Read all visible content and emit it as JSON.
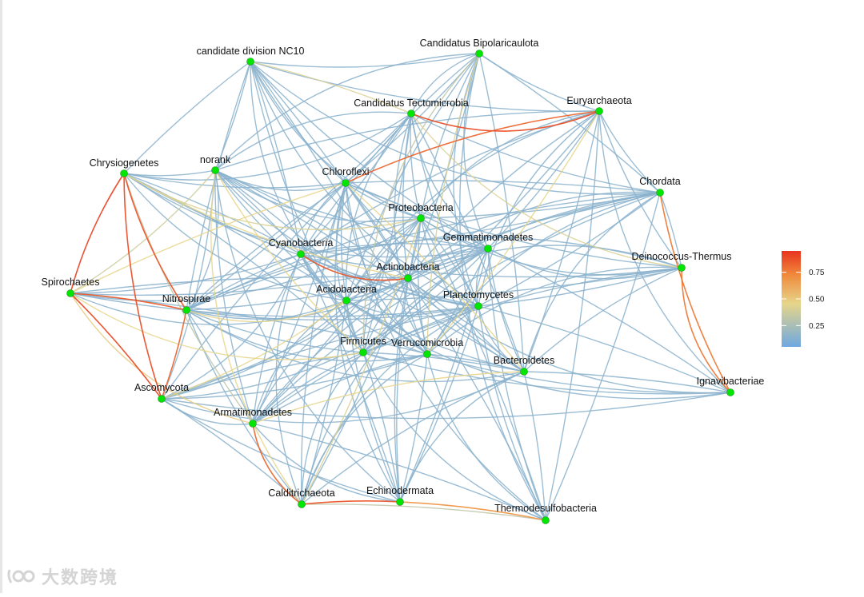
{
  "nodes": [
    {
      "id": "ncc10",
      "label": "candidate division NC10"
    },
    {
      "id": "bip",
      "label": "Candidatus Bipolaricaulota"
    },
    {
      "id": "tect",
      "label": "Candidatus Tectomicrobia"
    },
    {
      "id": "eury",
      "label": "Euryarchaeota"
    },
    {
      "id": "chrys",
      "label": "Chrysiogenetes"
    },
    {
      "id": "norank",
      "label": "norank"
    },
    {
      "id": "chlor",
      "label": "Chloroflexi"
    },
    {
      "id": "chord",
      "label": "Chordata"
    },
    {
      "id": "prot",
      "label": "Proteobacteria"
    },
    {
      "id": "gemm",
      "label": "Gemmatimonadetes"
    },
    {
      "id": "cyan",
      "label": "Cyanobacteria"
    },
    {
      "id": "deino",
      "label": "Deinococcus-Thermus"
    },
    {
      "id": "actino",
      "label": "Actinobacteria"
    },
    {
      "id": "spiro",
      "label": "Spirochaetes"
    },
    {
      "id": "acido",
      "label": "Acidobacteria"
    },
    {
      "id": "nitro",
      "label": "Nitrospirae"
    },
    {
      "id": "planc",
      "label": "Planctomycetes"
    },
    {
      "id": "firm",
      "label": "Firmicutes"
    },
    {
      "id": "verru",
      "label": "Verrucomicrobia"
    },
    {
      "id": "bact",
      "label": "Bacteroidetes"
    },
    {
      "id": "ascom",
      "label": "Ascomycota"
    },
    {
      "id": "igna",
      "label": "Ignavibacteriae"
    },
    {
      "id": "armat",
      "label": "Armatimonadetes"
    },
    {
      "id": "caldi",
      "label": "Calditrichaeota"
    },
    {
      "id": "echin",
      "label": "Echinodermata"
    },
    {
      "id": "thermo",
      "label": "Thermodesulfobacteria"
    }
  ],
  "edges": [
    [
      "chrys",
      "spiro",
      0.95
    ],
    [
      "chrys",
      "nitro",
      0.9
    ],
    [
      "chrys",
      "ascom",
      0.92
    ],
    [
      "spiro",
      "ascom",
      0.93
    ],
    [
      "spiro",
      "nitro",
      0.88
    ],
    [
      "nitro",
      "ascom",
      0.85
    ],
    [
      "chrys",
      "armat",
      0.3
    ],
    [
      "spiro",
      "armat",
      0.5
    ],
    [
      "chrys",
      "cyan",
      0.1
    ],
    [
      "chrys",
      "chlor",
      0.1
    ],
    [
      "chrys",
      "prot",
      0.4
    ],
    [
      "chrys",
      "acido",
      0.1
    ],
    [
      "chrys",
      "firm",
      0.1
    ],
    [
      "chrys",
      "planc",
      0.1
    ],
    [
      "chrys",
      "gemm",
      0.1
    ],
    [
      "chrys",
      "actino",
      0.45
    ],
    [
      "chrys",
      "ncc10",
      0.1
    ],
    [
      "chrys",
      "norank",
      0.1
    ],
    [
      "chrys",
      "tect",
      0.1
    ],
    [
      "chrys",
      "verru",
      0.1
    ],
    [
      "spiro",
      "cyan",
      0.1
    ],
    [
      "spiro",
      "acido",
      0.1
    ],
    [
      "spiro",
      "firm",
      0.45
    ],
    [
      "spiro",
      "actino",
      0.1
    ],
    [
      "spiro",
      "planc",
      0.1
    ],
    [
      "spiro",
      "prot",
      0.1
    ],
    [
      "spiro",
      "chlor",
      0.45
    ],
    [
      "spiro",
      "verru",
      0.1
    ],
    [
      "spiro",
      "gemm",
      0.1
    ],
    [
      "spiro",
      "norank",
      0.35
    ],
    [
      "ascom",
      "cyan",
      0.1
    ],
    [
      "ascom",
      "firm",
      0.1
    ],
    [
      "ascom",
      "acido",
      0.45
    ],
    [
      "ascom",
      "verru",
      0.1
    ],
    [
      "ascom",
      "bact",
      0.1
    ],
    [
      "ascom",
      "planc",
      0.1
    ],
    [
      "ascom",
      "actino",
      0.1
    ],
    [
      "ascom",
      "prot",
      0.1
    ],
    [
      "ascom",
      "chlor",
      0.1
    ],
    [
      "ascom",
      "norank",
      0.1
    ],
    [
      "ascom",
      "gemm",
      0.1
    ],
    [
      "ascom",
      "caldi",
      0.1
    ],
    [
      "ascom",
      "echin",
      0.1
    ],
    [
      "ascom",
      "armat",
      0.1
    ],
    [
      "nitro",
      "cyan",
      0.1
    ],
    [
      "nitro",
      "acido",
      0.45
    ],
    [
      "nitro",
      "firm",
      0.1
    ],
    [
      "nitro",
      "actino",
      0.1
    ],
    [
      "nitro",
      "chlor",
      0.1
    ],
    [
      "nitro",
      "planc",
      0.1
    ],
    [
      "nitro",
      "verru",
      0.1
    ],
    [
      "nitro",
      "prot",
      0.1
    ],
    [
      "nitro",
      "gemm",
      0.1
    ],
    [
      "nitro",
      "bact",
      0.1
    ],
    [
      "nitro",
      "armat",
      0.1
    ],
    [
      "nitro",
      "caldi",
      0.1
    ],
    [
      "nitro",
      "norank",
      0.1
    ],
    [
      "nitro",
      "ncc10",
      0.1
    ],
    [
      "ncc10",
      "chlor",
      0.1
    ],
    [
      "ncc10",
      "prot",
      0.1
    ],
    [
      "ncc10",
      "cyan",
      0.1
    ],
    [
      "ncc10",
      "firm",
      0.1
    ],
    [
      "ncc10",
      "acido",
      0.1
    ],
    [
      "ncc10",
      "tect",
      0.4
    ],
    [
      "ncc10",
      "actino",
      0.1
    ],
    [
      "ncc10",
      "gemm",
      0.1
    ],
    [
      "ncc10",
      "planc",
      0.1
    ],
    [
      "ncc10",
      "verru",
      0.1
    ],
    [
      "ncc10",
      "bip",
      0.1
    ],
    [
      "ncc10",
      "chord",
      0.1
    ],
    [
      "ncc10",
      "norank",
      0.1
    ],
    [
      "ncc10",
      "eury",
      0.1
    ],
    [
      "bip",
      "tect",
      0.1
    ],
    [
      "bip",
      "chlor",
      0.1
    ],
    [
      "bip",
      "prot",
      0.1
    ],
    [
      "bip",
      "gemm",
      0.1
    ],
    [
      "bip",
      "actino",
      0.1
    ],
    [
      "bip",
      "acido",
      0.1
    ],
    [
      "bip",
      "firm",
      0.3
    ],
    [
      "bip",
      "planc",
      0.1
    ],
    [
      "bip",
      "verru",
      0.4
    ],
    [
      "bip",
      "bact",
      0.1
    ],
    [
      "bip",
      "cyan",
      0.1
    ],
    [
      "bip",
      "norank",
      0.1
    ],
    [
      "bip",
      "chord",
      0.1
    ],
    [
      "bip",
      "eury",
      0.1
    ],
    [
      "bip",
      "thermo",
      0.1
    ],
    [
      "tect",
      "eury",
      0.92
    ],
    [
      "tect",
      "chlor",
      0.1
    ],
    [
      "tect",
      "prot",
      0.1
    ],
    [
      "tect",
      "gemm",
      0.1
    ],
    [
      "tect",
      "cyan",
      0.1
    ],
    [
      "tect",
      "actino",
      0.1
    ],
    [
      "tect",
      "acido",
      0.1
    ],
    [
      "tect",
      "firm",
      0.1
    ],
    [
      "tect",
      "planc",
      0.1
    ],
    [
      "tect",
      "verru",
      0.1
    ],
    [
      "tect",
      "bact",
      0.1
    ],
    [
      "tect",
      "chord",
      0.1
    ],
    [
      "tect",
      "norank",
      0.1
    ],
    [
      "tect",
      "nitro",
      0.1
    ],
    [
      "tect",
      "deino",
      0.4
    ],
    [
      "eury",
      "chord",
      0.1
    ],
    [
      "eury",
      "chlor",
      0.85
    ],
    [
      "eury",
      "prot",
      0.1
    ],
    [
      "eury",
      "gemm",
      0.1
    ],
    [
      "eury",
      "actino",
      0.1
    ],
    [
      "eury",
      "planc",
      0.1
    ],
    [
      "eury",
      "firm",
      0.1
    ],
    [
      "eury",
      "verru",
      0.45
    ],
    [
      "eury",
      "cyan",
      0.1
    ],
    [
      "eury",
      "acido",
      0.1
    ],
    [
      "eury",
      "bact",
      0.1
    ],
    [
      "eury",
      "deino",
      0.1
    ],
    [
      "eury",
      "igna",
      0.1
    ],
    [
      "eury",
      "thermo",
      0.1
    ],
    [
      "eury",
      "norank",
      0.1
    ],
    [
      "norank",
      "chlor",
      0.1
    ],
    [
      "norank",
      "cyan",
      0.1
    ],
    [
      "norank",
      "acido",
      0.1
    ],
    [
      "norank",
      "firm",
      0.45
    ],
    [
      "norank",
      "prot",
      0.1
    ],
    [
      "norank",
      "actino",
      0.1
    ],
    [
      "norank",
      "gemm",
      0.1
    ],
    [
      "norank",
      "planc",
      0.1
    ],
    [
      "norank",
      "verru",
      0.1
    ],
    [
      "norank",
      "armat",
      0.1
    ],
    [
      "norank",
      "caldi",
      0.45
    ],
    [
      "norank",
      "echin",
      0.1
    ],
    [
      "norank",
      "bact",
      0.1
    ],
    [
      "chlor",
      "prot",
      0.1
    ],
    [
      "chlor",
      "cyan",
      0.1
    ],
    [
      "chlor",
      "actino",
      0.1
    ],
    [
      "chlor",
      "acido",
      0.1
    ],
    [
      "chlor",
      "firm",
      0.1
    ],
    [
      "chlor",
      "gemm",
      0.1
    ],
    [
      "chlor",
      "planc",
      0.1
    ],
    [
      "chlor",
      "verru",
      0.1
    ],
    [
      "chlor",
      "bact",
      0.45
    ],
    [
      "chlor",
      "armat",
      0.1
    ],
    [
      "chlor",
      "caldi",
      0.1
    ],
    [
      "chlor",
      "echin",
      0.1
    ],
    [
      "chlor",
      "chord",
      0.1
    ],
    [
      "chlor",
      "deino",
      0.1
    ],
    [
      "chlor",
      "thermo",
      0.1
    ],
    [
      "chord",
      "prot",
      0.1
    ],
    [
      "chord",
      "gemm",
      0.1
    ],
    [
      "chord",
      "actino",
      0.1
    ],
    [
      "chord",
      "planc",
      0.1
    ],
    [
      "chord",
      "firm",
      0.1
    ],
    [
      "chord",
      "verru",
      0.1
    ],
    [
      "chord",
      "cyan",
      0.1
    ],
    [
      "chord",
      "acido",
      0.1
    ],
    [
      "chord",
      "bact",
      0.1
    ],
    [
      "chord",
      "deino",
      0.1
    ],
    [
      "chord",
      "igna",
      0.8
    ],
    [
      "chord",
      "nitro",
      0.1
    ],
    [
      "chord",
      "armat",
      0.1
    ],
    [
      "chord",
      "thermo",
      0.1
    ],
    [
      "prot",
      "gemm",
      0.1
    ],
    [
      "prot",
      "cyan",
      0.1
    ],
    [
      "prot",
      "actino",
      0.1
    ],
    [
      "prot",
      "acido",
      0.1
    ],
    [
      "prot",
      "firm",
      0.1
    ],
    [
      "prot",
      "planc",
      0.1
    ],
    [
      "prot",
      "verru",
      0.1
    ],
    [
      "prot",
      "bact",
      0.1
    ],
    [
      "prot",
      "armat",
      0.1
    ],
    [
      "prot",
      "caldi",
      0.4
    ],
    [
      "prot",
      "echin",
      0.1
    ],
    [
      "prot",
      "deino",
      0.1
    ],
    [
      "prot",
      "thermo",
      0.1
    ],
    [
      "gemm",
      "cyan",
      0.1
    ],
    [
      "gemm",
      "actino",
      0.1
    ],
    [
      "gemm",
      "acido",
      0.1
    ],
    [
      "gemm",
      "firm",
      0.1
    ],
    [
      "gemm",
      "planc",
      0.1
    ],
    [
      "gemm",
      "verru",
      0.1
    ],
    [
      "gemm",
      "bact",
      0.1
    ],
    [
      "gemm",
      "deino",
      0.1
    ],
    [
      "gemm",
      "igna",
      0.1
    ],
    [
      "gemm",
      "armat",
      0.1
    ],
    [
      "gemm",
      "caldi",
      0.1
    ],
    [
      "gemm",
      "echin",
      0.1
    ],
    [
      "gemm",
      "thermo",
      0.1
    ],
    [
      "cyan",
      "actino",
      0.9
    ],
    [
      "cyan",
      "acido",
      0.1
    ],
    [
      "cyan",
      "firm",
      0.1
    ],
    [
      "cyan",
      "planc",
      0.1
    ],
    [
      "cyan",
      "verru",
      0.1
    ],
    [
      "cyan",
      "bact",
      0.1
    ],
    [
      "cyan",
      "armat",
      0.1
    ],
    [
      "cyan",
      "caldi",
      0.1
    ],
    [
      "cyan",
      "echin",
      0.1
    ],
    [
      "cyan",
      "deino",
      0.1
    ],
    [
      "deino",
      "igna",
      0.8
    ],
    [
      "deino",
      "actino",
      0.1
    ],
    [
      "deino",
      "planc",
      0.1
    ],
    [
      "deino",
      "firm",
      0.1
    ],
    [
      "deino",
      "verru",
      0.1
    ],
    [
      "deino",
      "acido",
      0.1
    ],
    [
      "deino",
      "bact",
      0.1
    ],
    [
      "deino",
      "nitro",
      0.1
    ],
    [
      "actino",
      "acido",
      0.1
    ],
    [
      "actino",
      "firm",
      0.1
    ],
    [
      "actino",
      "planc",
      0.1
    ],
    [
      "actino",
      "verru",
      0.1
    ],
    [
      "actino",
      "bact",
      0.1
    ],
    [
      "actino",
      "armat",
      0.1
    ],
    [
      "actino",
      "caldi",
      0.1
    ],
    [
      "actino",
      "echin",
      0.1
    ],
    [
      "actino",
      "igna",
      0.1
    ],
    [
      "actino",
      "thermo",
      0.1
    ],
    [
      "acido",
      "firm",
      0.1
    ],
    [
      "acido",
      "planc",
      0.1
    ],
    [
      "acido",
      "verru",
      0.1
    ],
    [
      "acido",
      "bact",
      0.1
    ],
    [
      "acido",
      "armat",
      0.1
    ],
    [
      "acido",
      "caldi",
      0.1
    ],
    [
      "acido",
      "echin",
      0.1
    ],
    [
      "acido",
      "igna",
      0.1
    ],
    [
      "planc",
      "firm",
      0.1
    ],
    [
      "planc",
      "verru",
      0.1
    ],
    [
      "planc",
      "bact",
      0.1
    ],
    [
      "planc",
      "igna",
      0.1
    ],
    [
      "planc",
      "armat",
      0.1
    ],
    [
      "planc",
      "caldi",
      0.1
    ],
    [
      "planc",
      "echin",
      0.1
    ],
    [
      "planc",
      "thermo",
      0.1
    ],
    [
      "firm",
      "verru",
      0.1
    ],
    [
      "firm",
      "bact",
      0.1
    ],
    [
      "firm",
      "armat",
      0.1
    ],
    [
      "firm",
      "caldi",
      0.1
    ],
    [
      "firm",
      "echin",
      0.1
    ],
    [
      "firm",
      "igna",
      0.1
    ],
    [
      "firm",
      "thermo",
      0.1
    ],
    [
      "verru",
      "bact",
      0.1
    ],
    [
      "verru",
      "armat",
      0.1
    ],
    [
      "verru",
      "caldi",
      0.1
    ],
    [
      "verru",
      "echin",
      0.1
    ],
    [
      "verru",
      "igna",
      0.1
    ],
    [
      "verru",
      "thermo",
      0.1
    ],
    [
      "bact",
      "igna",
      0.1
    ],
    [
      "bact",
      "armat",
      0.45
    ],
    [
      "bact",
      "caldi",
      0.1
    ],
    [
      "bact",
      "echin",
      0.1
    ],
    [
      "bact",
      "thermo",
      0.1
    ],
    [
      "ascom",
      "igna",
      0.1
    ],
    [
      "armat",
      "caldi",
      0.85
    ],
    [
      "armat",
      "echin",
      0.1
    ],
    [
      "armat",
      "thermo",
      0.1
    ],
    [
      "caldi",
      "echin",
      0.9
    ],
    [
      "caldi",
      "thermo",
      0.3
    ],
    [
      "echin",
      "thermo",
      0.7
    ]
  ],
  "legend": {
    "ticks": [
      "0.25",
      "0.50",
      "0.75"
    ],
    "tick_values": [
      0.25,
      0.5,
      0.75
    ],
    "range": [
      0.05,
      0.95
    ],
    "colors": [
      "#6ea8e0",
      "#e6d58a",
      "#f08a3c",
      "#e8331f"
    ]
  },
  "styles": {
    "node_color": "#00e600",
    "node_stroke": "#2a8a2a"
  },
  "watermark": "大数跨境"
}
